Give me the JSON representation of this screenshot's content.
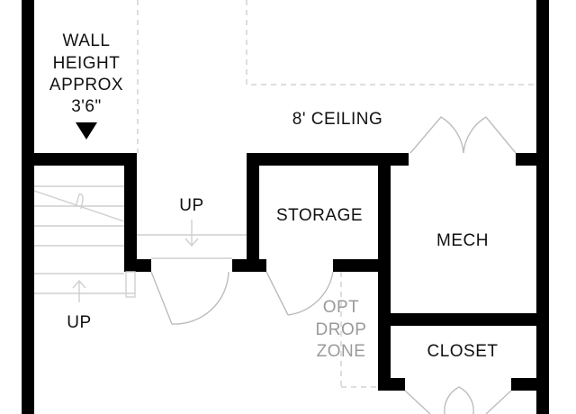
{
  "plan": {
    "wall_note": [
      "WALL",
      "HEIGHT",
      "APPROX",
      "3'6\""
    ],
    "ceiling_label": "8' CEILING",
    "rooms": {
      "storage": "STORAGE",
      "mech": "MECH",
      "closet": "CLOSET",
      "drop_zone": [
        "OPT",
        "DROP",
        "ZONE"
      ]
    },
    "stairs_up_label": "UP",
    "hall_up_label": "UP",
    "colors": {
      "wall": "#000000",
      "fixture_lines": "#c9c9c9",
      "optional_text": "#9a9a9a"
    }
  }
}
